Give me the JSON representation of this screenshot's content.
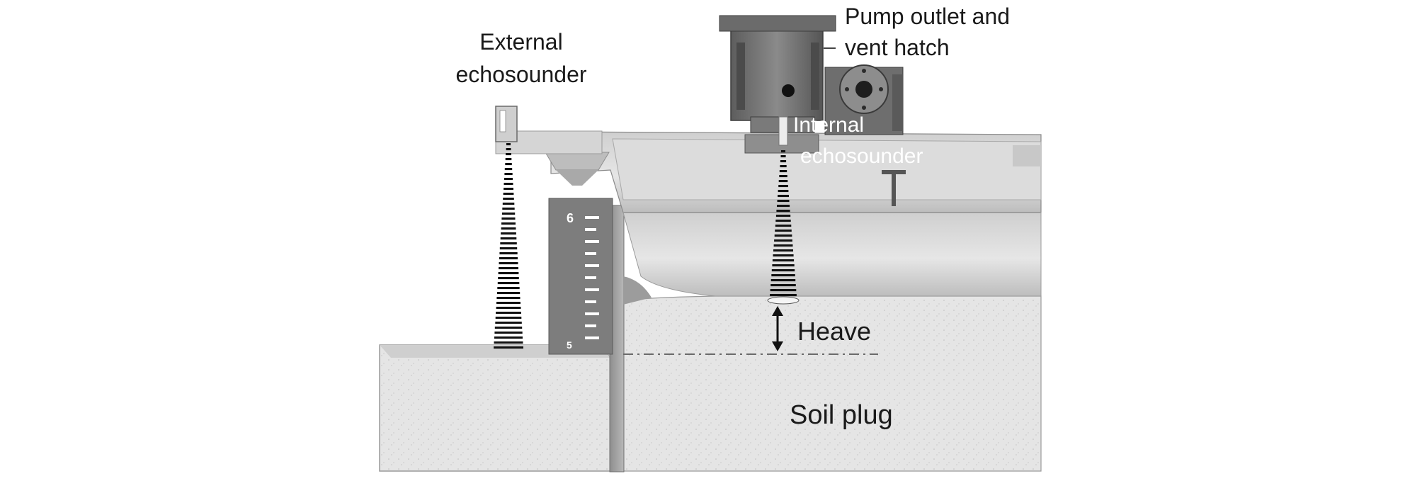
{
  "labels": {
    "external_echosounder": [
      "External",
      "echosounder"
    ],
    "pump_outlet": [
      "Pump outlet and",
      "vent hatch"
    ],
    "internal_echosounder": [
      "Internal",
      "echosounder"
    ],
    "heave": "Heave",
    "soil_plug": "Soil plug"
  },
  "gauge": {
    "top_number": "6",
    "bottom_number": "5"
  },
  "colors": {
    "soil": "#e4e4e4",
    "steel_light": "#d2d2d2",
    "steel_mid": "#a9a9a9",
    "steel_dark": "#6a6a6a",
    "text": "#1a1a1a",
    "text_on_dark": "#ffffff"
  }
}
